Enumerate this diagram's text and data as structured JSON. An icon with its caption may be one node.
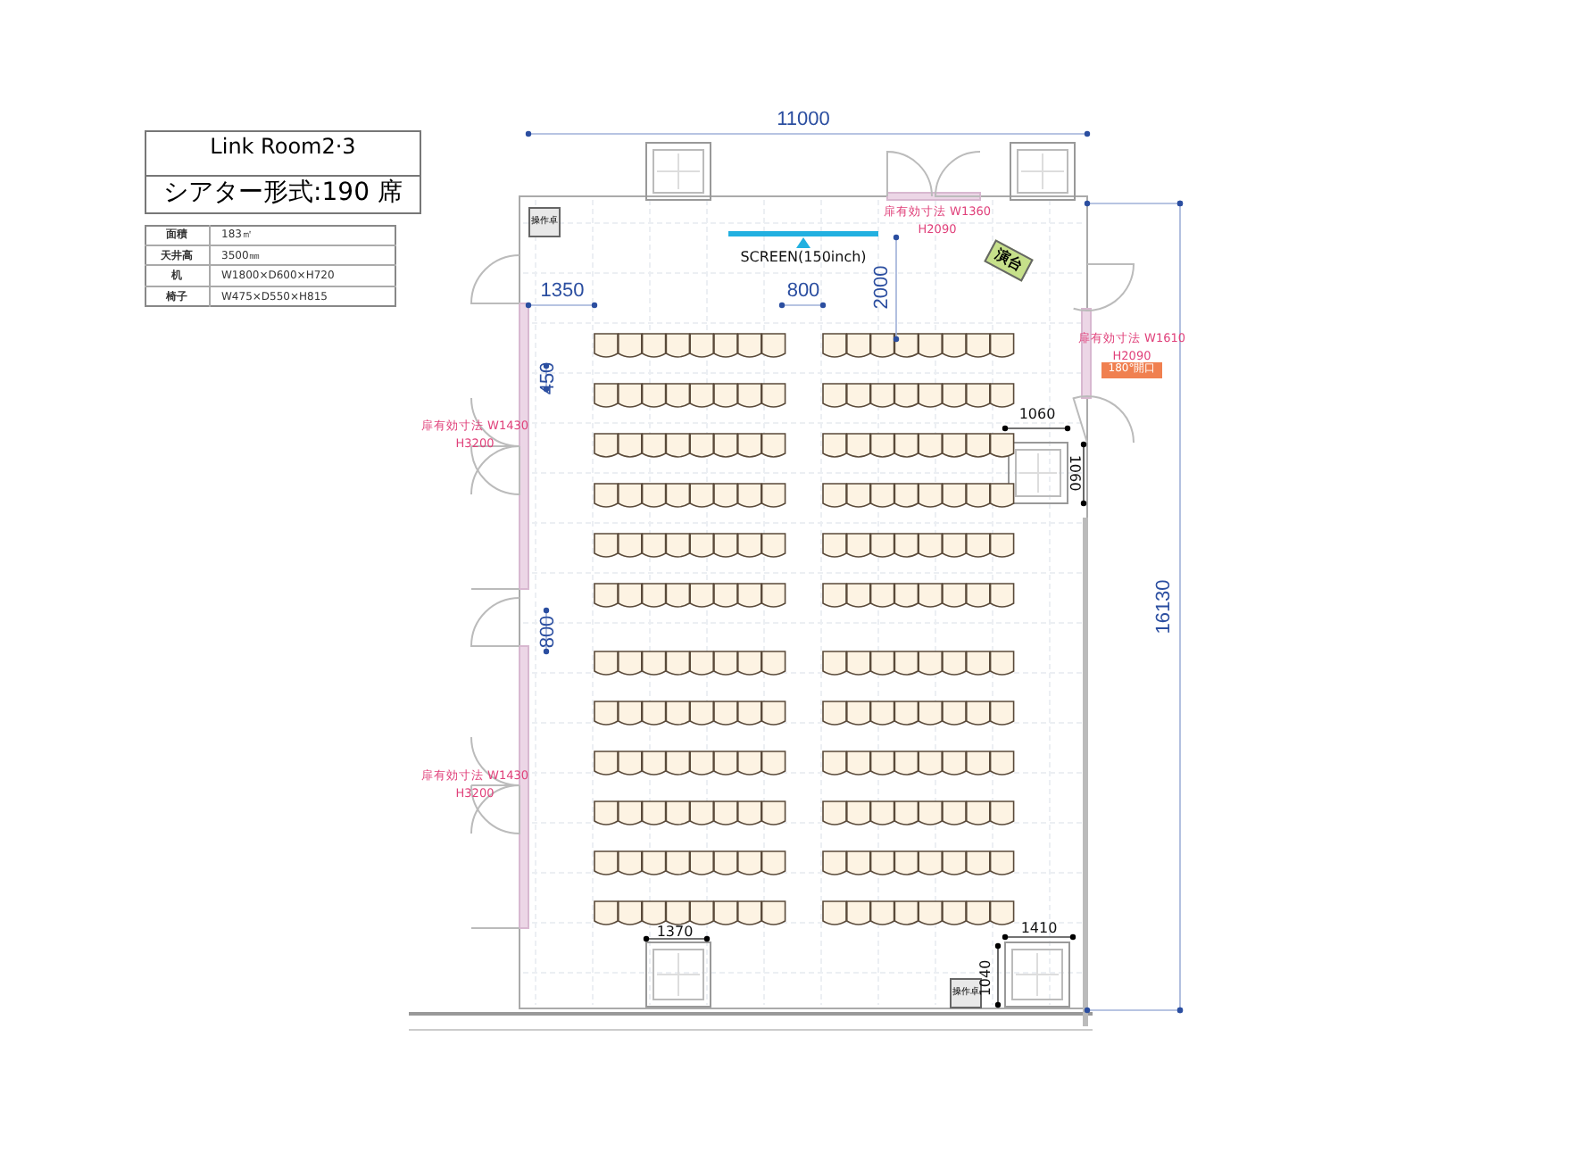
{
  "diagram": {
    "nodes": [
      {
        "text": [
          "Link Room2·3",
          "シアター形式:190 席"
        ]
      },
      {
        "text": [
          "操作卓"
        ]
      },
      {
        "text": [
          "演台"
        ]
      },
      {
        "text": [
          "180°開口"
        ]
      },
      {
        "text": [
          "操作卓"
        ]
      }
    ],
    "labels": [
      "面積",
      "183㎡",
      "天井高",
      "3500㎜",
      "机",
      "W1800×D600×H720",
      "椅子",
      "W475×D550×H815",
      "11000",
      "SCREEN(150inch)",
      "1350",
      "800",
      "2000",
      "扉有効寸法 W1360 H2090",
      "扉有効寸法 W1610 H2090",
      "450",
      "扉有効寸法 W1430 H3200",
      "1060",
      "1060",
      "800",
      "扉有効寸法 W1430 H3200",
      "16130",
      "1370",
      "1410",
      "1040"
    ]
  }
}
